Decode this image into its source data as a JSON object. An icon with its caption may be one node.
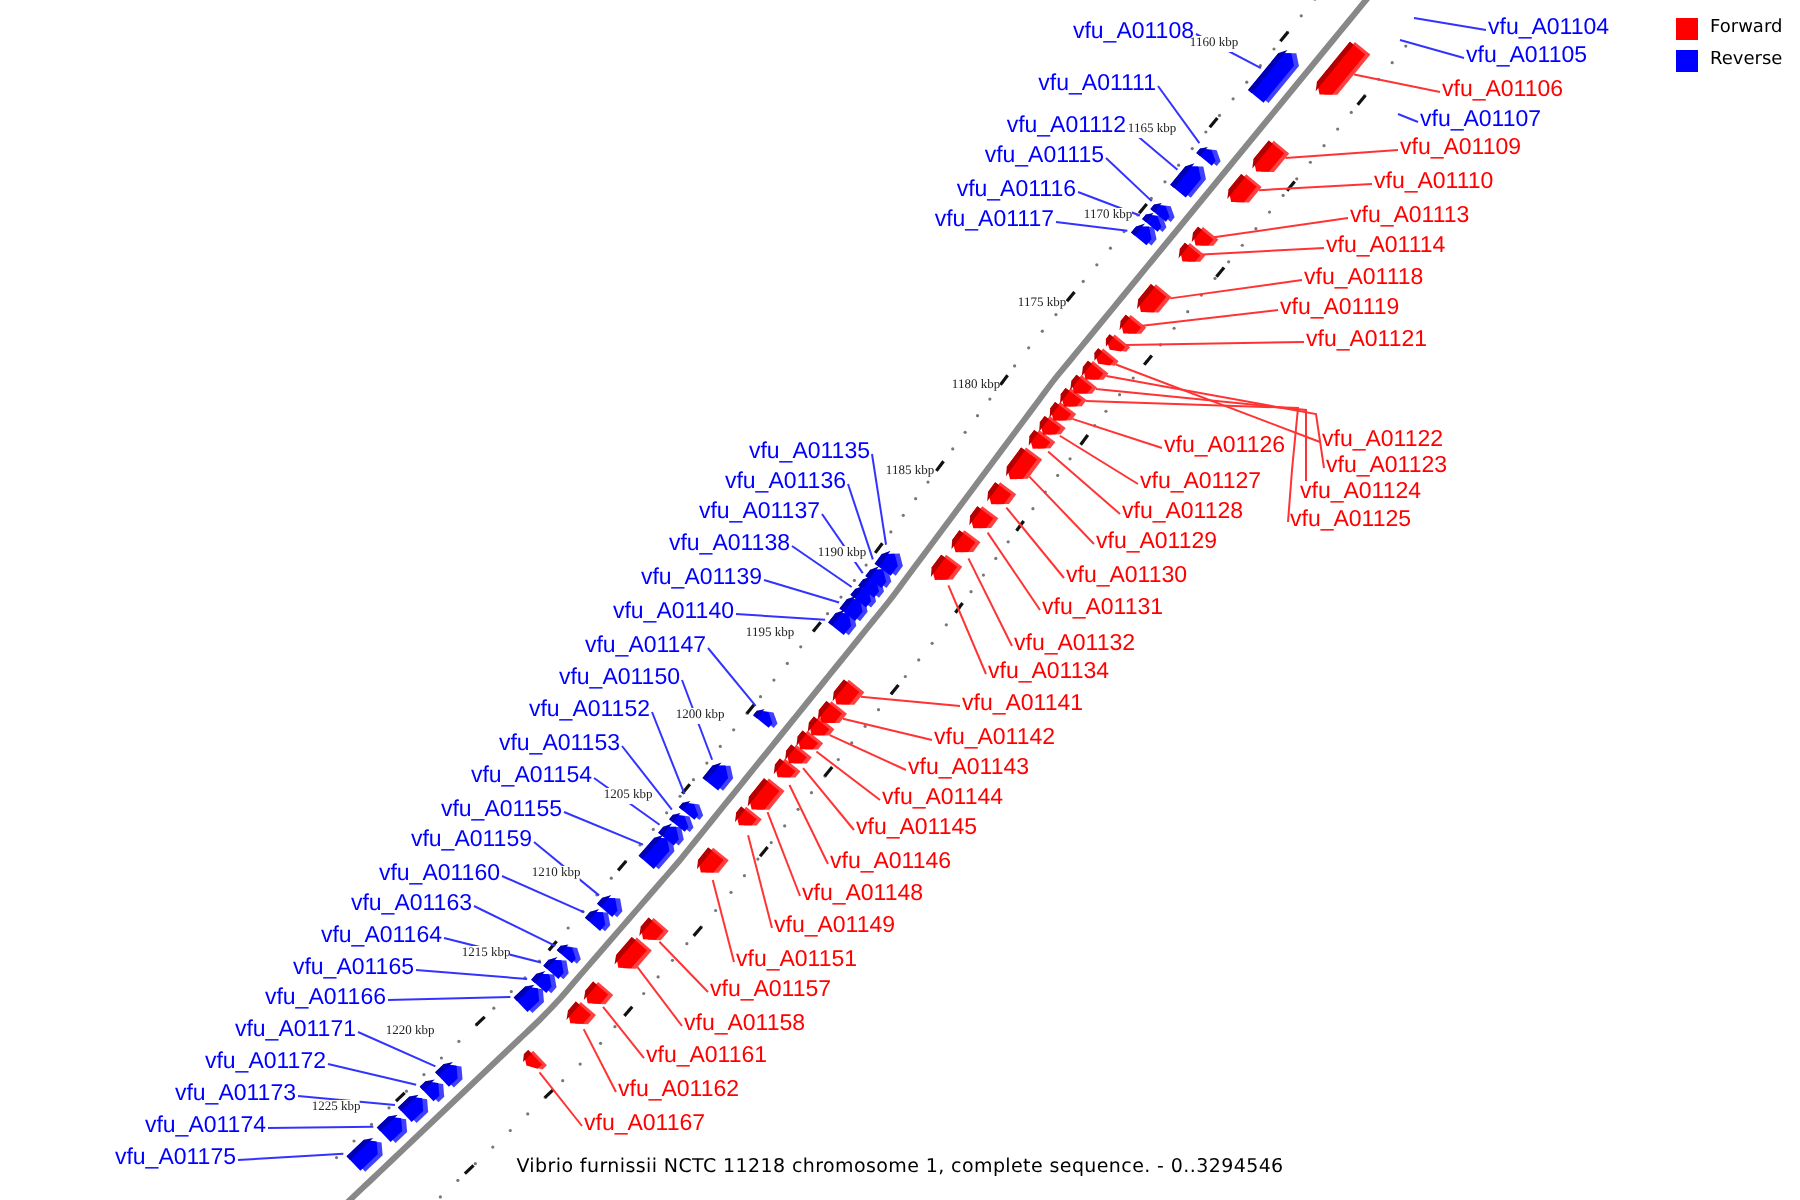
{
  "diagram": {
    "caption": "Vibrio furnissii NCTC 11218 chromosome 1, complete sequence. - 0..3294546",
    "nodes": [
      {
        "text": [
          "vfu_A01104"
        ]
      },
      {
        "text": [
          "vfu_A01108"
        ]
      },
      {
        "text": [
          "vfu_A01105"
        ]
      },
      {
        "text": [
          "vfu_A01106"
        ]
      },
      {
        "text": [
          "vfu_A01111"
        ]
      },
      {
        "text": [
          "vfu_A01107"
        ]
      },
      {
        "text": [
          "vfu_A01112"
        ]
      },
      {
        "text": [
          "vfu_A01109"
        ]
      },
      {
        "text": [
          "vfu_A01115"
        ]
      },
      {
        "text": [
          "vfu_A01110"
        ]
      },
      {
        "text": [
          "vfu_A01116"
        ]
      },
      {
        "text": [
          "vfu_A01113"
        ]
      },
      {
        "text": [
          "vfu_A01117"
        ]
      },
      {
        "text": [
          "vfu_A01114"
        ]
      },
      {
        "text": [
          "vfu_A01118"
        ]
      },
      {
        "text": [
          "vfu_A01119"
        ]
      },
      {
        "text": [
          "vfu_A01121"
        ]
      },
      {
        "text": [
          "vfu_A01122"
        ]
      },
      {
        "text": [
          "vfu_A01126"
        ]
      },
      {
        "text": [
          "vfu_A01135"
        ]
      },
      {
        "text": [
          "vfu_A01123"
        ]
      },
      {
        "text": [
          "vfu_A01136"
        ]
      },
      {
        "text": [
          "vfu_A01127"
        ]
      },
      {
        "text": [
          "vfu_A01124"
        ]
      },
      {
        "text": [
          "vfu_A01128"
        ]
      },
      {
        "text": [
          "vfu_A01137"
        ]
      },
      {
        "text": [
          "vfu_A01125"
        ]
      },
      {
        "text": [
          "vfu_A01129"
        ]
      },
      {
        "text": [
          "vfu_A01138"
        ]
      },
      {
        "text": [
          "vfu_A01130"
        ]
      },
      {
        "text": [
          "vfu_A01139"
        ]
      },
      {
        "text": [
          "vfu_A01131"
        ]
      },
      {
        "text": [
          "vfu_A01140"
        ]
      },
      {
        "text": [
          "vfu_A01132"
        ]
      },
      {
        "text": [
          "vfu_A01147"
        ]
      },
      {
        "text": [
          "vfu_A01134"
        ]
      },
      {
        "text": [
          "vfu_A01150"
        ]
      },
      {
        "text": [
          "vfu_A01141"
        ]
      },
      {
        "text": [
          "vfu_A01152"
        ]
      },
      {
        "text": [
          "vfu_A01142"
        ]
      },
      {
        "text": [
          "vfu_A01153"
        ]
      },
      {
        "text": [
          "vfu_A01143"
        ]
      },
      {
        "text": [
          "vfu_A01154"
        ]
      },
      {
        "text": [
          "vfu_A01144"
        ]
      },
      {
        "text": [
          "vfu_A01155"
        ]
      },
      {
        "text": [
          "vfu_A01145"
        ]
      },
      {
        "text": [
          "vfu_A01159"
        ]
      },
      {
        "text": [
          "vfu_A01146"
        ]
      },
      {
        "text": [
          "vfu_A01160"
        ]
      },
      {
        "text": [
          "vfu_A01148"
        ]
      },
      {
        "text": [
          "vfu_A01163"
        ]
      },
      {
        "text": [
          "vfu_A01149"
        ]
      },
      {
        "text": [
          "vfu_A01164"
        ]
      },
      {
        "text": [
          "vfu_A01151"
        ]
      },
      {
        "text": [
          "vfu_A01165"
        ]
      },
      {
        "text": [
          "vfu_A01157"
        ]
      },
      {
        "text": [
          "vfu_A01166"
        ]
      },
      {
        "text": [
          "vfu_A01158"
        ]
      },
      {
        "text": [
          "vfu_A01171"
        ]
      },
      {
        "text": [
          "vfu_A01161"
        ]
      },
      {
        "text": [
          "vfu_A01172"
        ]
      },
      {
        "text": [
          "vfu_A01162"
        ]
      },
      {
        "text": [
          "vfu_A01173"
        ]
      },
      {
        "text": [
          "vfu_A01167"
        ]
      },
      {
        "text": [
          "vfu_A01174"
        ]
      },
      {
        "text": [
          "vfu_A01175"
        ]
      },
      {
        "text": [],
        "shape": "box"
      },
      {
        "text": [],
        "shape": "box"
      },
      {
        "text": [],
        "shape": "box"
      },
      {
        "text": [],
        "shape": "box"
      },
      {
        "text": [],
        "shape": "box"
      },
      {
        "text": [],
        "shape": "box"
      },
      {
        "text": [],
        "shape": "box"
      },
      {
        "text": [],
        "shape": "box"
      },
      {
        "text": [],
        "shape": "box"
      },
      {
        "text": [],
        "shape": "box"
      },
      {
        "text": [],
        "shape": "box"
      },
      {
        "text": [],
        "shape": "box"
      },
      {
        "text": [],
        "shape": "box"
      },
      {
        "text": [],
        "shape": "box"
      },
      {
        "text": [],
        "shape": "box"
      },
      {
        "text": [],
        "shape": "box"
      },
      {
        "text": [],
        "shape": "box"
      },
      {
        "text": [],
        "shape": "box"
      },
      {
        "text": [],
        "shape": "box"
      },
      {
        "text": [],
        "shape": "box"
      },
      {
        "text": [],
        "shape": "box"
      },
      {
        "text": [],
        "shape": "box"
      },
      {
        "text": [],
        "shape": "box"
      },
      {
        "text": [],
        "shape": "box"
      },
      {
        "text": [],
        "shape": "box"
      },
      {
        "text": [],
        "shape": "box"
      },
      {
        "text": [],
        "shape": "box"
      },
      {
        "text": [],
        "shape": "box"
      },
      {
        "text": [],
        "shape": "box"
      },
      {
        "text": [],
        "shape": "box"
      },
      {
        "text": [],
        "shape": "box"
      },
      {
        "text": [],
        "shape": "box"
      },
      {
        "text": [],
        "shape": "box"
      },
      {
        "text": [],
        "shape": "box"
      },
      {
        "text": [],
        "shape": "box"
      },
      {
        "text": [],
        "shape": "box"
      },
      {
        "text": [],
        "shape": "box"
      },
      {
        "text": [],
        "shape": "box"
      },
      {
        "text": [],
        "shape": "box"
      },
      {
        "text": [],
        "shape": "box"
      },
      {
        "text": [],
        "shape": "box"
      },
      {
        "text": [],
        "shape": "box"
      },
      {
        "text": [],
        "shape": "box"
      },
      {
        "text": [],
        "shape": "box"
      },
      {
        "text": [],
        "shape": "box"
      },
      {
        "text": [],
        "shape": "box"
      },
      {
        "text": [],
        "shape": "box"
      },
      {
        "text": [],
        "shape": "box"
      },
      {
        "text": [],
        "shape": "box"
      },
      {
        "text": [],
        "shape": "box"
      },
      {
        "text": [],
        "shape": "box"
      },
      {
        "text": [],
        "shape": "box"
      },
      {
        "text": [],
        "shape": "box"
      },
      {
        "text": [],
        "shape": "box"
      },
      {
        "text": [],
        "shape": "box"
      },
      {
        "text": [],
        "shape": "box"
      },
      {
        "text": [],
        "shape": "box"
      },
      {
        "text": [],
        "shape": "box"
      },
      {
        "text": [],
        "shape": "box"
      },
      {
        "text": [],
        "shape": "box"
      },
      {
        "text": [],
        "shape": "box"
      },
      {
        "text": [],
        "shape": "box"
      },
      {
        "text": [],
        "shape": "box"
      }
    ],
    "edges": [
      {
        "from": 0,
        "to": null,
        "arrow": "none",
        "color": "#3333ff"
      },
      {
        "from": 1,
        "to": 66,
        "arrow": "none",
        "color": "#3333ff"
      },
      {
        "from": 2,
        "to": null,
        "arrow": "none",
        "color": "#3333ff"
      },
      {
        "from": 3,
        "to": 67,
        "arrow": "none",
        "color": "#ff3333"
      },
      {
        "from": 4,
        "to": 68,
        "arrow": "none",
        "color": "#3333ff"
      },
      {
        "from": 5,
        "to": null,
        "arrow": "none",
        "color": "#3333ff"
      },
      {
        "from": 6,
        "to": 69,
        "arrow": "none",
        "color": "#3333ff"
      },
      {
        "from": 7,
        "to": 70,
        "arrow": "none",
        "color": "#ff3333"
      },
      {
        "from": 8,
        "to": 71,
        "arrow": "none",
        "color": "#3333ff"
      },
      {
        "from": 9,
        "to": 72,
        "arrow": "none",
        "color": "#ff3333"
      },
      {
        "from": 10,
        "to": 73,
        "arrow": "none",
        "color": "#3333ff"
      },
      {
        "from": 11,
        "to": 74,
        "arrow": "none",
        "color": "#ff3333"
      },
      {
        "from": 12,
        "to": 75,
        "arrow": "none",
        "color": "#3333ff"
      },
      {
        "from": 13,
        "to": 76,
        "arrow": "none",
        "color": "#ff3333"
      },
      {
        "from": 14,
        "to": 77,
        "arrow": "none",
        "color": "#ff3333"
      },
      {
        "from": 15,
        "to": 78,
        "arrow": "none",
        "color": "#ff3333"
      },
      {
        "from": 16,
        "to": 79,
        "arrow": "none",
        "color": "#ff3333"
      },
      {
        "from": 17,
        "to": 80,
        "arrow": "none",
        "color": "#ff3333"
      },
      {
        "from": 18,
        "to": 81,
        "arrow": "none",
        "color": "#ff3333"
      },
      {
        "from": 19,
        "to": 82,
        "arrow": "none",
        "color": "#3333ff"
      },
      {
        "from": 20,
        "to": 83,
        "arrow": "none",
        "color": "#ff3333"
      },
      {
        "from": 21,
        "to": 84,
        "arrow": "none",
        "color": "#3333ff"
      },
      {
        "from": 22,
        "to": 85,
        "arrow": "none",
        "color": "#ff3333"
      },
      {
        "from": 23,
        "to": 86,
        "arrow": "none",
        "color": "#ff3333"
      },
      {
        "from": 24,
        "to": 87,
        "arrow": "none",
        "color": "#ff3333"
      },
      {
        "from": 25,
        "to": 88,
        "arrow": "none",
        "color": "#3333ff"
      },
      {
        "from": 26,
        "to": 89,
        "arrow": "none",
        "color": "#ff3333"
      },
      {
        "from": 27,
        "to": 90,
        "arrow": "none",
        "color": "#ff3333"
      },
      {
        "from": 28,
        "to": 91,
        "arrow": "none",
        "color": "#3333ff"
      },
      {
        "from": 29,
        "to": 92,
        "arrow": "none",
        "color": "#ff3333"
      },
      {
        "from": 30,
        "to": 93,
        "arrow": "none",
        "color": "#3333ff"
      },
      {
        "from": 31,
        "to": 94,
        "arrow": "none",
        "color": "#ff3333"
      },
      {
        "from": 32,
        "to": 95,
        "arrow": "none",
        "color": "#3333ff"
      },
      {
        "from": 33,
        "to": 96,
        "arrow": "none",
        "color": "#ff3333"
      },
      {
        "from": 34,
        "to": 97,
        "arrow": "none",
        "color": "#3333ff"
      },
      {
        "from": 35,
        "to": 98,
        "arrow": "none",
        "color": "#ff3333"
      },
      {
        "from": 36,
        "to": 99,
        "arrow": "none",
        "color": "#3333ff"
      },
      {
        "from": 37,
        "to": 100,
        "arrow": "none",
        "color": "#ff3333"
      },
      {
        "from": 38,
        "to": 101,
        "arrow": "none",
        "color": "#3333ff"
      },
      {
        "from": 39,
        "to": 102,
        "arrow": "none",
        "color": "#ff3333"
      },
      {
        "from": 40,
        "to": 103,
        "arrow": "none",
        "color": "#3333ff"
      },
      {
        "from": 41,
        "to": 104,
        "arrow": "none",
        "color": "#ff3333"
      },
      {
        "from": 42,
        "to": 105,
        "arrow": "none",
        "color": "#3333ff"
      },
      {
        "from": 43,
        "to": 106,
        "arrow": "none",
        "color": "#ff3333"
      },
      {
        "from": 44,
        "to": 107,
        "arrow": "none",
        "color": "#3333ff"
      },
      {
        "from": 45,
        "to": 108,
        "arrow": "none",
        "color": "#ff3333"
      },
      {
        "from": 46,
        "to": 109,
        "arrow": "none",
        "color": "#3333ff"
      },
      {
        "from": 47,
        "to": 110,
        "arrow": "none",
        "color": "#ff3333"
      },
      {
        "from": 48,
        "to": 111,
        "arrow": "none",
        "color": "#3333ff"
      },
      {
        "from": 49,
        "to": 112,
        "arrow": "none",
        "color": "#ff3333"
      },
      {
        "from": 50,
        "to": 113,
        "arrow": "none",
        "color": "#3333ff"
      },
      {
        "from": 51,
        "to": 114,
        "arrow": "none",
        "color": "#ff3333"
      },
      {
        "from": 52,
        "to": 115,
        "arrow": "none",
        "color": "#3333ff"
      },
      {
        "from": 53,
        "to": 116,
        "arrow": "none",
        "color": "#ff3333"
      },
      {
        "from": 54,
        "to": 117,
        "arrow": "none",
        "color": "#3333ff"
      },
      {
        "from": 55,
        "to": 118,
        "arrow": "none",
        "color": "#ff3333"
      },
      {
        "from": 56,
        "to": 119,
        "arrow": "none",
        "color": "#3333ff"
      },
      {
        "from": 57,
        "to": 120,
        "arrow": "none",
        "color": "#ff3333"
      },
      {
        "from": 58,
        "to": 121,
        "arrow": "none",
        "color": "#3333ff"
      },
      {
        "from": 59,
        "to": 122,
        "arrow": "none",
        "color": "#ff3333"
      },
      {
        "from": 60,
        "to": 123,
        "arrow": "none",
        "color": "#3333ff"
      },
      {
        "from": 61,
        "to": 124,
        "arrow": "none",
        "color": "#ff3333"
      },
      {
        "from": 62,
        "to": 125,
        "arrow": "none",
        "color": "#3333ff"
      },
      {
        "from": 63,
        "to": 126,
        "arrow": "none",
        "color": "#ff3333"
      },
      {
        "from": 64,
        "to": 127,
        "arrow": "none",
        "color": "#3333ff"
      },
      {
        "from": 65,
        "to": 128,
        "arrow": "none",
        "color": "#3333ff"
      }
    ],
    "labels": [
      "1160 kbp",
      "1165 kbp",
      "1170 kbp",
      "1175 kbp",
      "1180 kbp",
      "1185 kbp",
      "1190 kbp",
      "1195 kbp",
      "1200 kbp",
      "1205 kbp",
      "1210 kbp",
      "1215 kbp",
      "1220 kbp",
      "1225 kbp"
    ],
    "legend": [
      {
        "text": "Forward",
        "color": "#ff0000"
      },
      {
        "text": "Reverse",
        "color": "#0000ff"
      }
    ]
  }
}
